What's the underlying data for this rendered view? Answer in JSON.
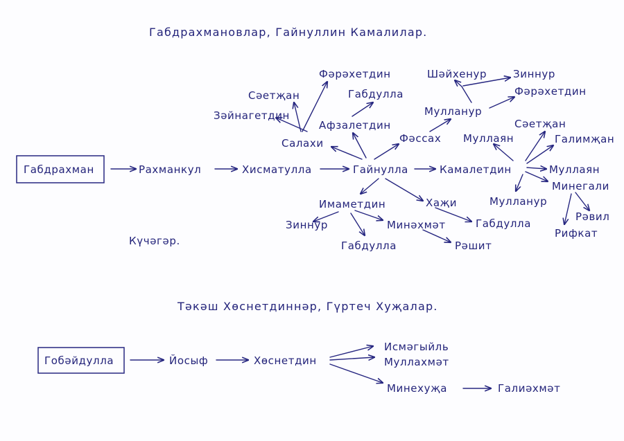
{
  "tree1": {
    "title": "Габдрахмановлар, Гайнуллин Камалилар.",
    "root": "Габдрахман",
    "n_rahmankul": "Рахманкул",
    "n_hismatulla": "Хисматулла",
    "n_gainulla": "Гайнулла",
    "n_salahi": "Салахи",
    "n_zainagetdin": "Зәйнагетдин",
    "n_saetzhan_1": "Сәетҗан",
    "n_farrahetdin_1": "Фәрәхетдин",
    "n_gabdulla_1": "Габдулла",
    "n_afzaletdin": "Афзалетдин",
    "n_fassah": "Фәссах",
    "n_mullanur_1": "Муллануp",
    "n_shaihenur": "Шәйхенур",
    "n_zinnur_1": "Зиннур",
    "n_farrahetdin_2": "Фәрәхетдин",
    "n_kamaletdin": "Камалетдин",
    "n_mullayan_1": "Муллаян",
    "n_saetzhan_2": "Сәетҗан",
    "n_galimzhan": "Галимҗан",
    "n_mullayan_2": "Муллаян",
    "n_minegali": "Минегали",
    "n_mullanur_2": "Муллануp",
    "n_ravil": "Рәвил",
    "n_rifkat": "Рифкат",
    "n_imametdin": "Имаметдин",
    "n_hazhi": "Хаҗи",
    "n_zinnur_2": "Зиннур",
    "n_minahmat": "Минәхмәт",
    "n_gabdulla_2": "Габдулла",
    "n_gabdulla_3": "Габдулла",
    "n_rashit": "Рәшит",
    "village": "Күчәгәр."
  },
  "tree2": {
    "title": "Тәкәш Хөснетдиннәр, Гүртеч Хуҗалар.",
    "root": "Гобәйдулла",
    "n_yosyf": "Йосыф",
    "n_husnetdin": "Хөснетдин",
    "n_ismagyil": "Исмәгыйль",
    "n_mullahmat": "Муллахмәт",
    "n_minehuzha": "Минехуҗа",
    "n_galiahmat": "Галиәхмәт"
  },
  "colors": {
    "ink": "#23237a",
    "paper": "#fdfdff"
  }
}
